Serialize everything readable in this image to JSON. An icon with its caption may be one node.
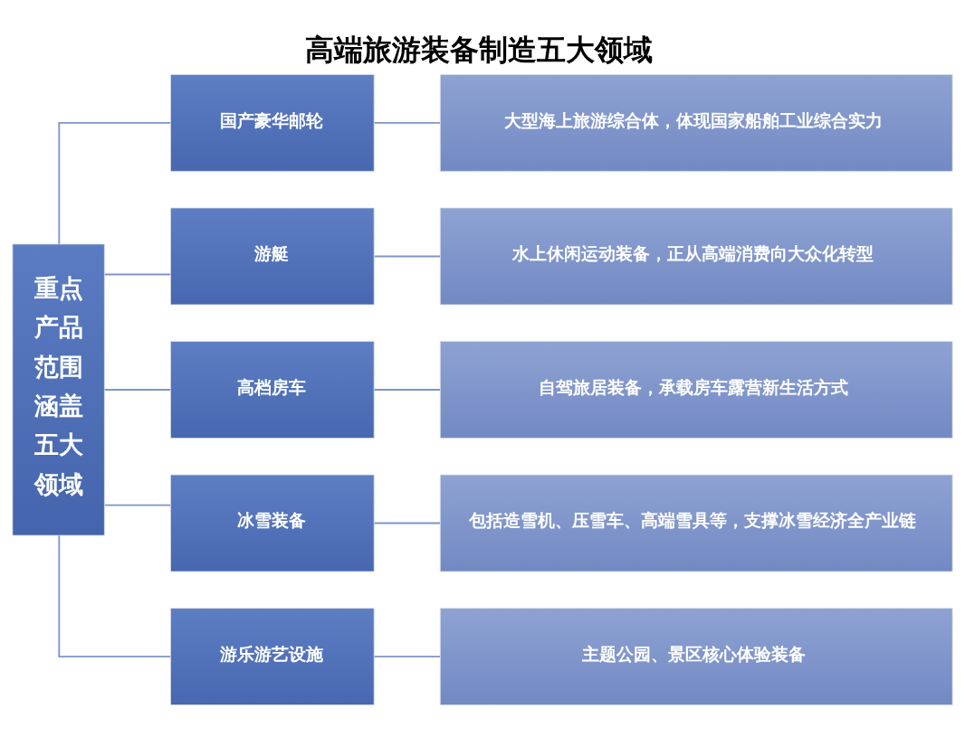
{
  "diagram": {
    "title": "高端旅游装备制造五大领域",
    "nodes": [
      {
        "text": [
          "重点产品范围涵盖五大领域"
        ]
      },
      {
        "text": [
          "国产豪华邮轮"
        ]
      },
      {
        "text": [
          "游艇"
        ]
      },
      {
        "text": [
          "高档房车"
        ]
      },
      {
        "text": [
          "冰雪装备"
        ]
      },
      {
        "text": [
          "游乐游艺设施"
        ]
      },
      {
        "text": [
          "大型海上旅游综合体，体现国家船舶工业综合实力"
        ]
      },
      {
        "text": [
          "水上休闲运动装备，正从高端消费向大众化转型"
        ]
      },
      {
        "text": [
          "自驾旅居装备，承载房车露营新生活方式"
        ]
      },
      {
        "text": [
          "包括造雪机、压雪车、高端雪具等，支撑冰雪经济全产业链"
        ]
      },
      {
        "text": [
          "主题公园、景区核心体验装备"
        ]
      }
    ],
    "edges": [
      {
        "from": 0,
        "to": 1,
        "arrow": "none"
      },
      {
        "from": 0,
        "to": 2,
        "arrow": "none"
      },
      {
        "from": 0,
        "to": 3,
        "arrow": "none"
      },
      {
        "from": 0,
        "to": 4,
        "arrow": "none"
      },
      {
        "from": 0,
        "to": 5,
        "arrow": "none"
      },
      {
        "from": 1,
        "to": 6,
        "arrow": "none"
      },
      {
        "from": 2,
        "to": 7,
        "arrow": "none"
      },
      {
        "from": 3,
        "to": 8,
        "arrow": "none"
      },
      {
        "from": 4,
        "to": 9,
        "arrow": "none"
      },
      {
        "from": 5,
        "to": 10,
        "arrow": "none"
      }
    ]
  }
}
